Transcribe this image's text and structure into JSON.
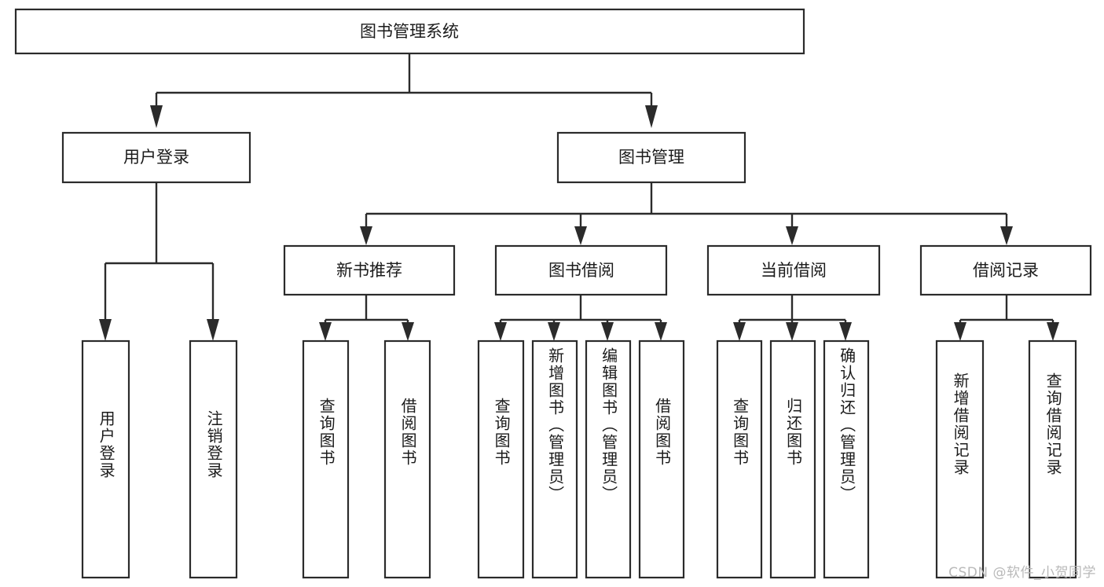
{
  "diagram": {
    "type": "tree-hierarchy",
    "title": "图书管理系统",
    "watermark": "CSDN @软件_小贺同学",
    "colors": {
      "stroke": "#2b2b2b",
      "fill": "#ffffff",
      "text": "#1b1b1b",
      "watermark": "#b9b9b9",
      "background": "#ffffff"
    },
    "root": {
      "label": "图书管理系统",
      "orientation": "horizontal"
    },
    "level2": [
      {
        "label": "用户登录",
        "orientation": "horizontal"
      },
      {
        "label": "图书管理",
        "orientation": "horizontal"
      }
    ],
    "level3": [
      {
        "label": "新书推荐",
        "orientation": "horizontal"
      },
      {
        "label": "图书借阅",
        "orientation": "horizontal"
      },
      {
        "label": "当前借阅",
        "orientation": "horizontal"
      },
      {
        "label": "借阅记录",
        "orientation": "horizontal"
      }
    ],
    "leaves": {
      "user_login": [
        {
          "label": "用户登录",
          "orientation": "vertical"
        },
        {
          "label": "注销登录",
          "orientation": "vertical"
        }
      ],
      "new_book_recommend": [
        {
          "label": "查询图书",
          "orientation": "vertical"
        },
        {
          "label": "借阅图书",
          "orientation": "vertical"
        }
      ],
      "book_borrow": [
        {
          "label": "查询图书",
          "orientation": "vertical"
        },
        {
          "label": "新增图书（管理员）",
          "orientation": "vertical"
        },
        {
          "label": "编辑图书（管理员）",
          "orientation": "vertical"
        },
        {
          "label": "借阅图书",
          "orientation": "vertical"
        }
      ],
      "current_borrow": [
        {
          "label": "查询图书",
          "orientation": "vertical"
        },
        {
          "label": "归还图书",
          "orientation": "vertical"
        },
        {
          "label": "确认归还（管理员）",
          "orientation": "vertical"
        }
      ],
      "borrow_record": [
        {
          "label": "新增借阅记录",
          "orientation": "vertical"
        },
        {
          "label": "查询借阅记录",
          "orientation": "vertical"
        }
      ]
    }
  }
}
